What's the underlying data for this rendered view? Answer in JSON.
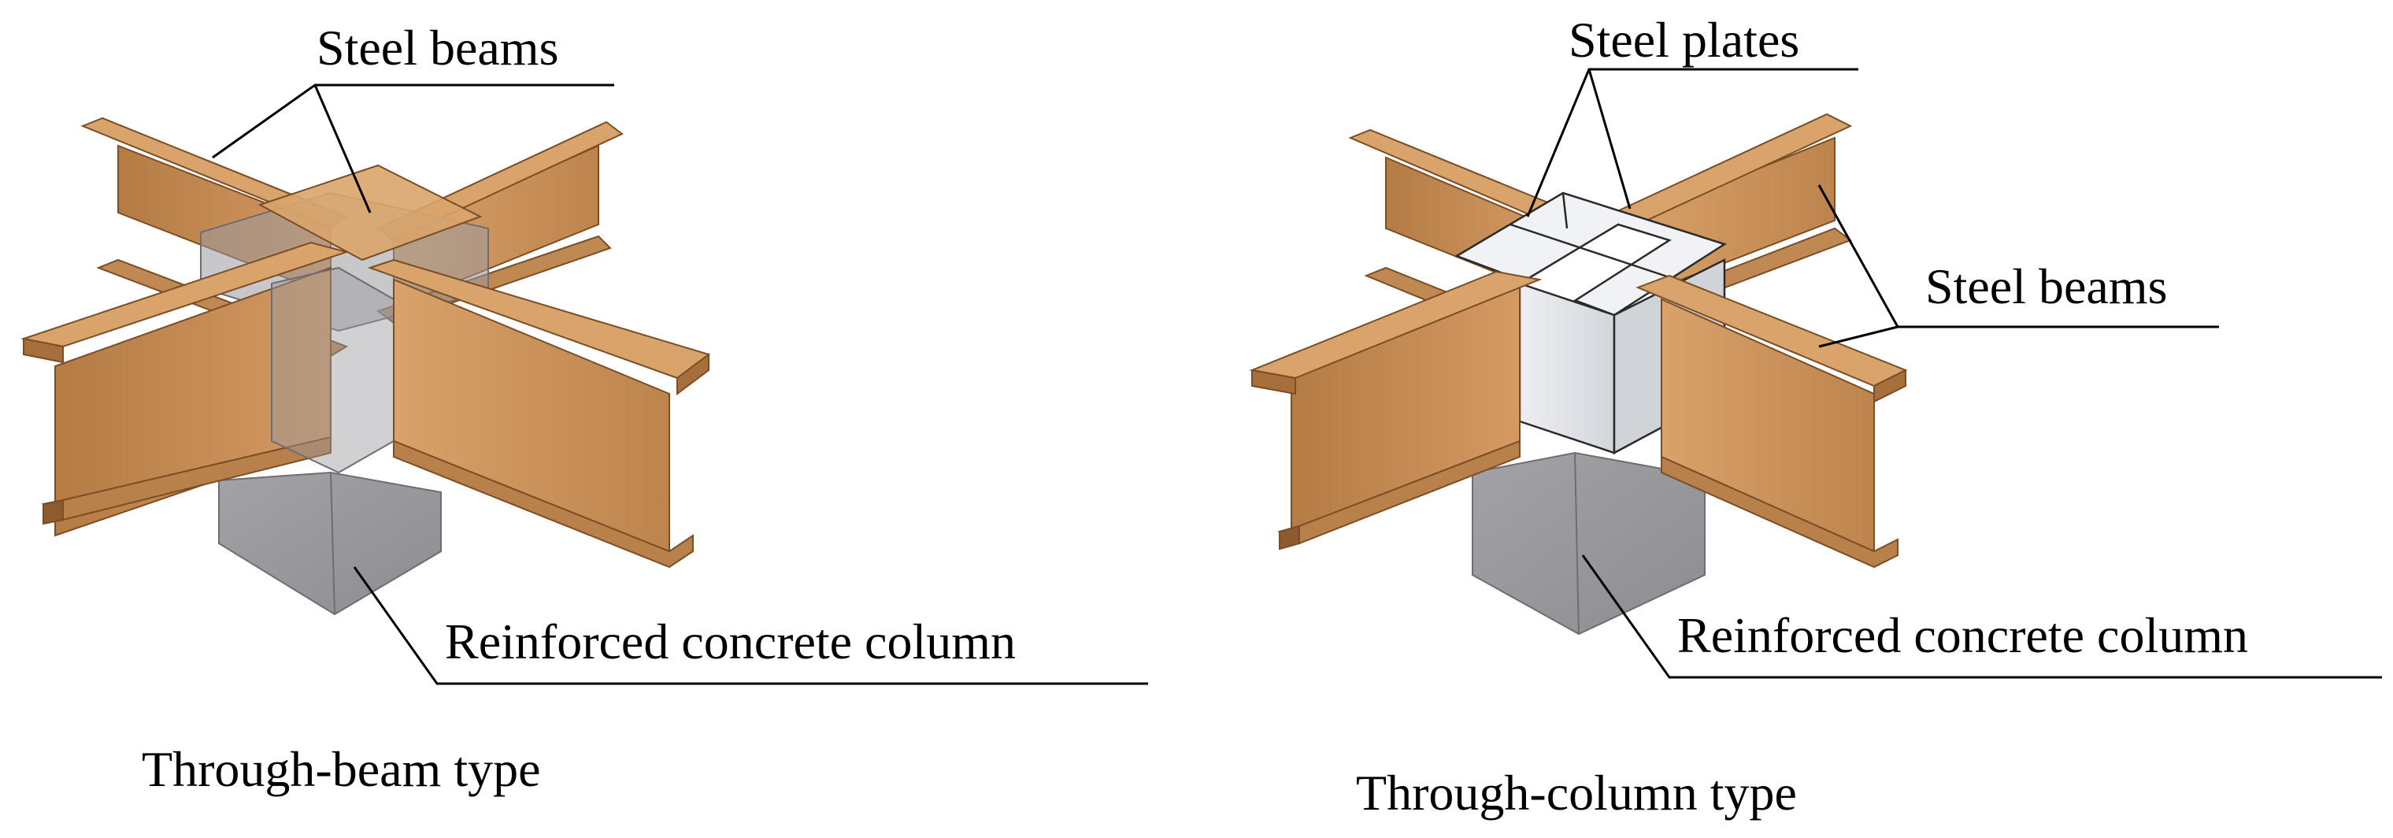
{
  "left_panel": {
    "beam_label": "Steel beams",
    "column_label": "Reinforced concrete column",
    "caption": "Through-beam type"
  },
  "right_panel": {
    "plate_label": "Steel plates",
    "beam_label": "Steel beams",
    "column_label": "Reinforced concrete column",
    "caption": "Through-column type"
  },
  "colors": {
    "beam_face": "#c8915a",
    "beam_flange_top": "#d9a46c",
    "beam_dark": "#8a5a2e",
    "concrete": "#9a9a9e",
    "steel_plate": "#e4e6ea",
    "leader": "#000000"
  }
}
